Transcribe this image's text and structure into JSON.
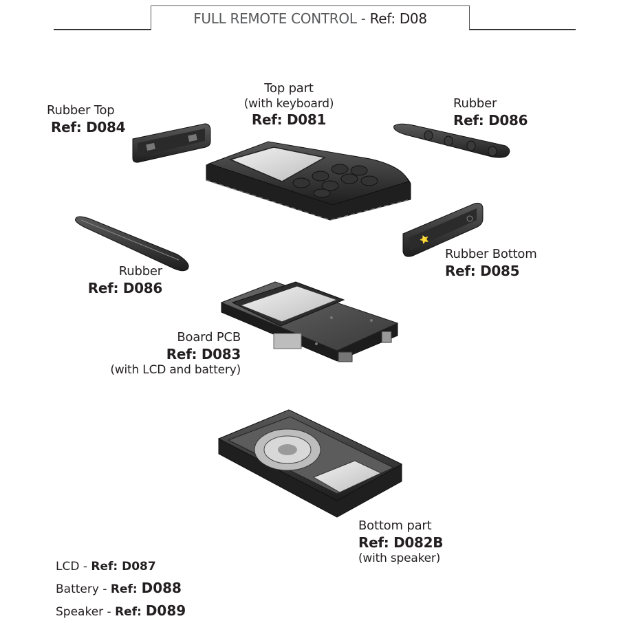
{
  "header": {
    "title_main": "FULL REMOTE CONTROL",
    "title_sep": "-",
    "title_ref": "Ref: D08"
  },
  "parts": {
    "rubber_top": {
      "name": "Rubber Top",
      "ref": "Ref: D084"
    },
    "top_part": {
      "name": "Top part",
      "note": "(with keyboard)",
      "ref": "Ref: D081"
    },
    "rubber_right": {
      "name": "Rubber",
      "ref": "Ref: D086"
    },
    "rubber_left": {
      "name": "Rubber",
      "ref": "Ref: D086"
    },
    "rubber_bottom": {
      "name": "Rubber Bottom",
      "ref": "Ref: D085"
    },
    "board_pcb": {
      "name": "Board PCB",
      "ref": "Ref: D083",
      "note": "(with LCD and battery)"
    },
    "bottom_part": {
      "name": "Bottom part",
      "ref": "Ref: D082B",
      "note": "(with speaker)"
    }
  },
  "legend": [
    {
      "item": "LCD - ",
      "ref": "Ref: D087"
    },
    {
      "item": "Battery - ",
      "ref_prefix": "Ref: ",
      "ref_code": "D088"
    },
    {
      "item": "Speaker - ",
      "ref_prefix": "Ref: ",
      "ref_code": "D089"
    }
  ],
  "colors": {
    "plastic_dark": "#2b2b2b",
    "plastic_mid": "#4a4a4a",
    "screen": "#d9d9d9",
    "text": "#231f20"
  }
}
